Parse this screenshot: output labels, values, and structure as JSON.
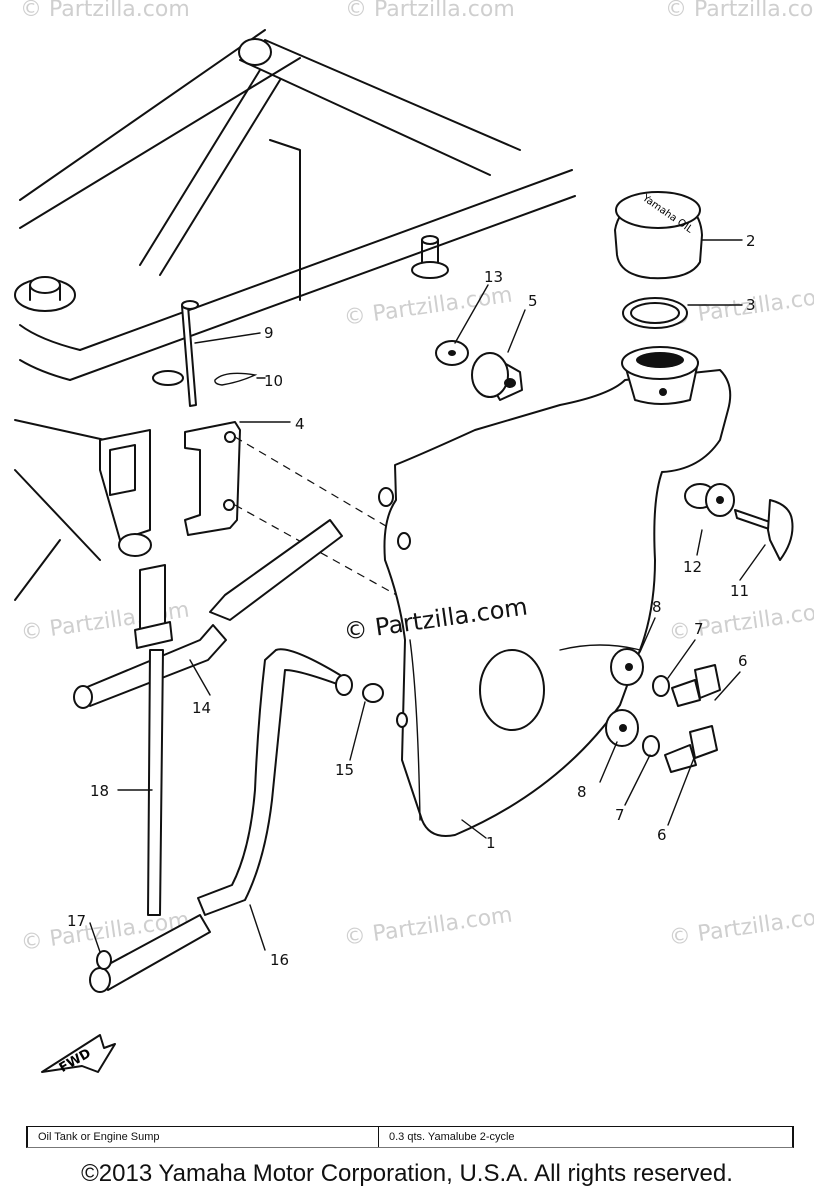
{
  "watermark": {
    "text": "© Partzilla.com",
    "center_text": "© Partzilla.com"
  },
  "callouts": {
    "c1": "1",
    "c2": "2",
    "c3": "3",
    "c4": "4",
    "c5": "5",
    "c6a": "6",
    "c6b": "6",
    "c7a": "7",
    "c7b": "7",
    "c8a": "8",
    "c8b": "8",
    "c9": "9",
    "c10": "10",
    "c11": "11",
    "c12": "12",
    "c13": "13",
    "c14": "14",
    "c15": "15",
    "c16": "16",
    "c17": "17",
    "c18": "18"
  },
  "cap_text": "Yamaha OIL",
  "fwd_label": "FWD",
  "footer_table": {
    "left": "Oil Tank or Engine Sump",
    "right": "0.3 qts. Yamalube 2-cycle"
  },
  "copyright": "©2013  Yamaha Motor Corporation, U.S.A. All rights reserved."
}
